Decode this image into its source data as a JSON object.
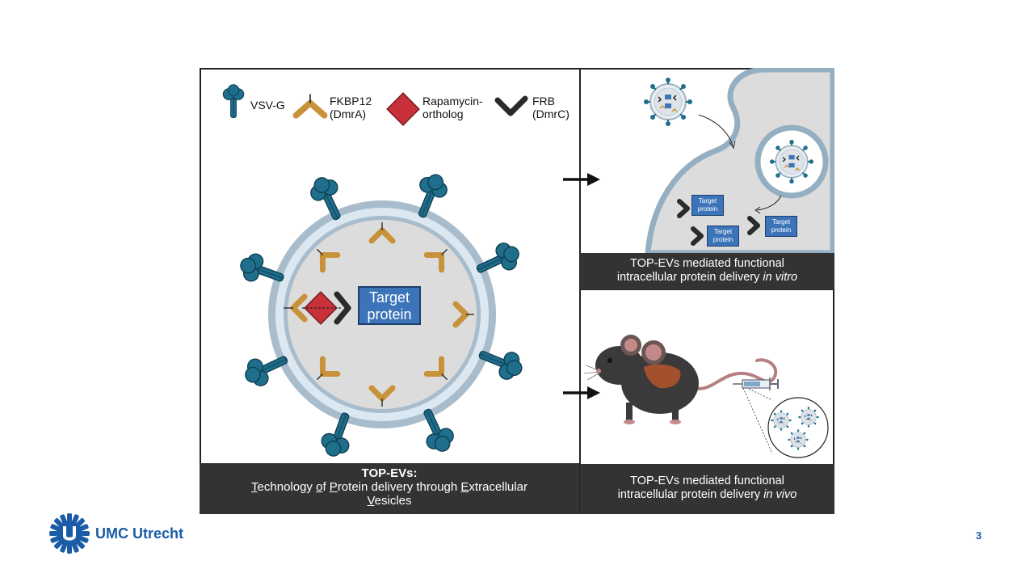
{
  "legend": {
    "vsvg": "VSV-G",
    "fkbp_line1": "FKBP12",
    "fkbp_line2": "(DmrA)",
    "rapa_line1": "Rapamycin-",
    "rapa_line2": "ortholog",
    "frb_line1": "FRB",
    "frb_line2": "(DmrC)"
  },
  "vesicle": {
    "target_line1": "Target",
    "target_line2": "protein"
  },
  "cell_panel": {
    "target_small_line1": "Target",
    "target_small_line2": "protein"
  },
  "captions": {
    "left_title": "TOP-EVs:",
    "left_T": "T",
    "left_echnology": "echnology ",
    "left_o": "o",
    "left_f": "f ",
    "left_P": "P",
    "left_rotein": "rotein delivery through ",
    "left_E": "E",
    "left_xtracellular": "xtracellular",
    "left_V": "V",
    "left_esicles": "esicles",
    "vitro_line1": "TOP-EVs mediated functional",
    "vitro_line2": "intracellular protein delivery ",
    "vitro_italic": "in vitro",
    "vivo_line1": "TOP-EVs mediated functional",
    "vivo_line2": "intracellular protein delivery ",
    "vivo_italic": "in vivo"
  },
  "footer": {
    "logo_text": "UMC Utrecht",
    "page_number": "3"
  },
  "colors": {
    "vsvg": "#1f6e8c",
    "fkbp": "#c8923a",
    "rapamycin": "#c8303a",
    "frb": "#2a2a2a",
    "target": "#3b74b8",
    "caption_bg": "#333333",
    "brand": "#1a5ca8"
  }
}
